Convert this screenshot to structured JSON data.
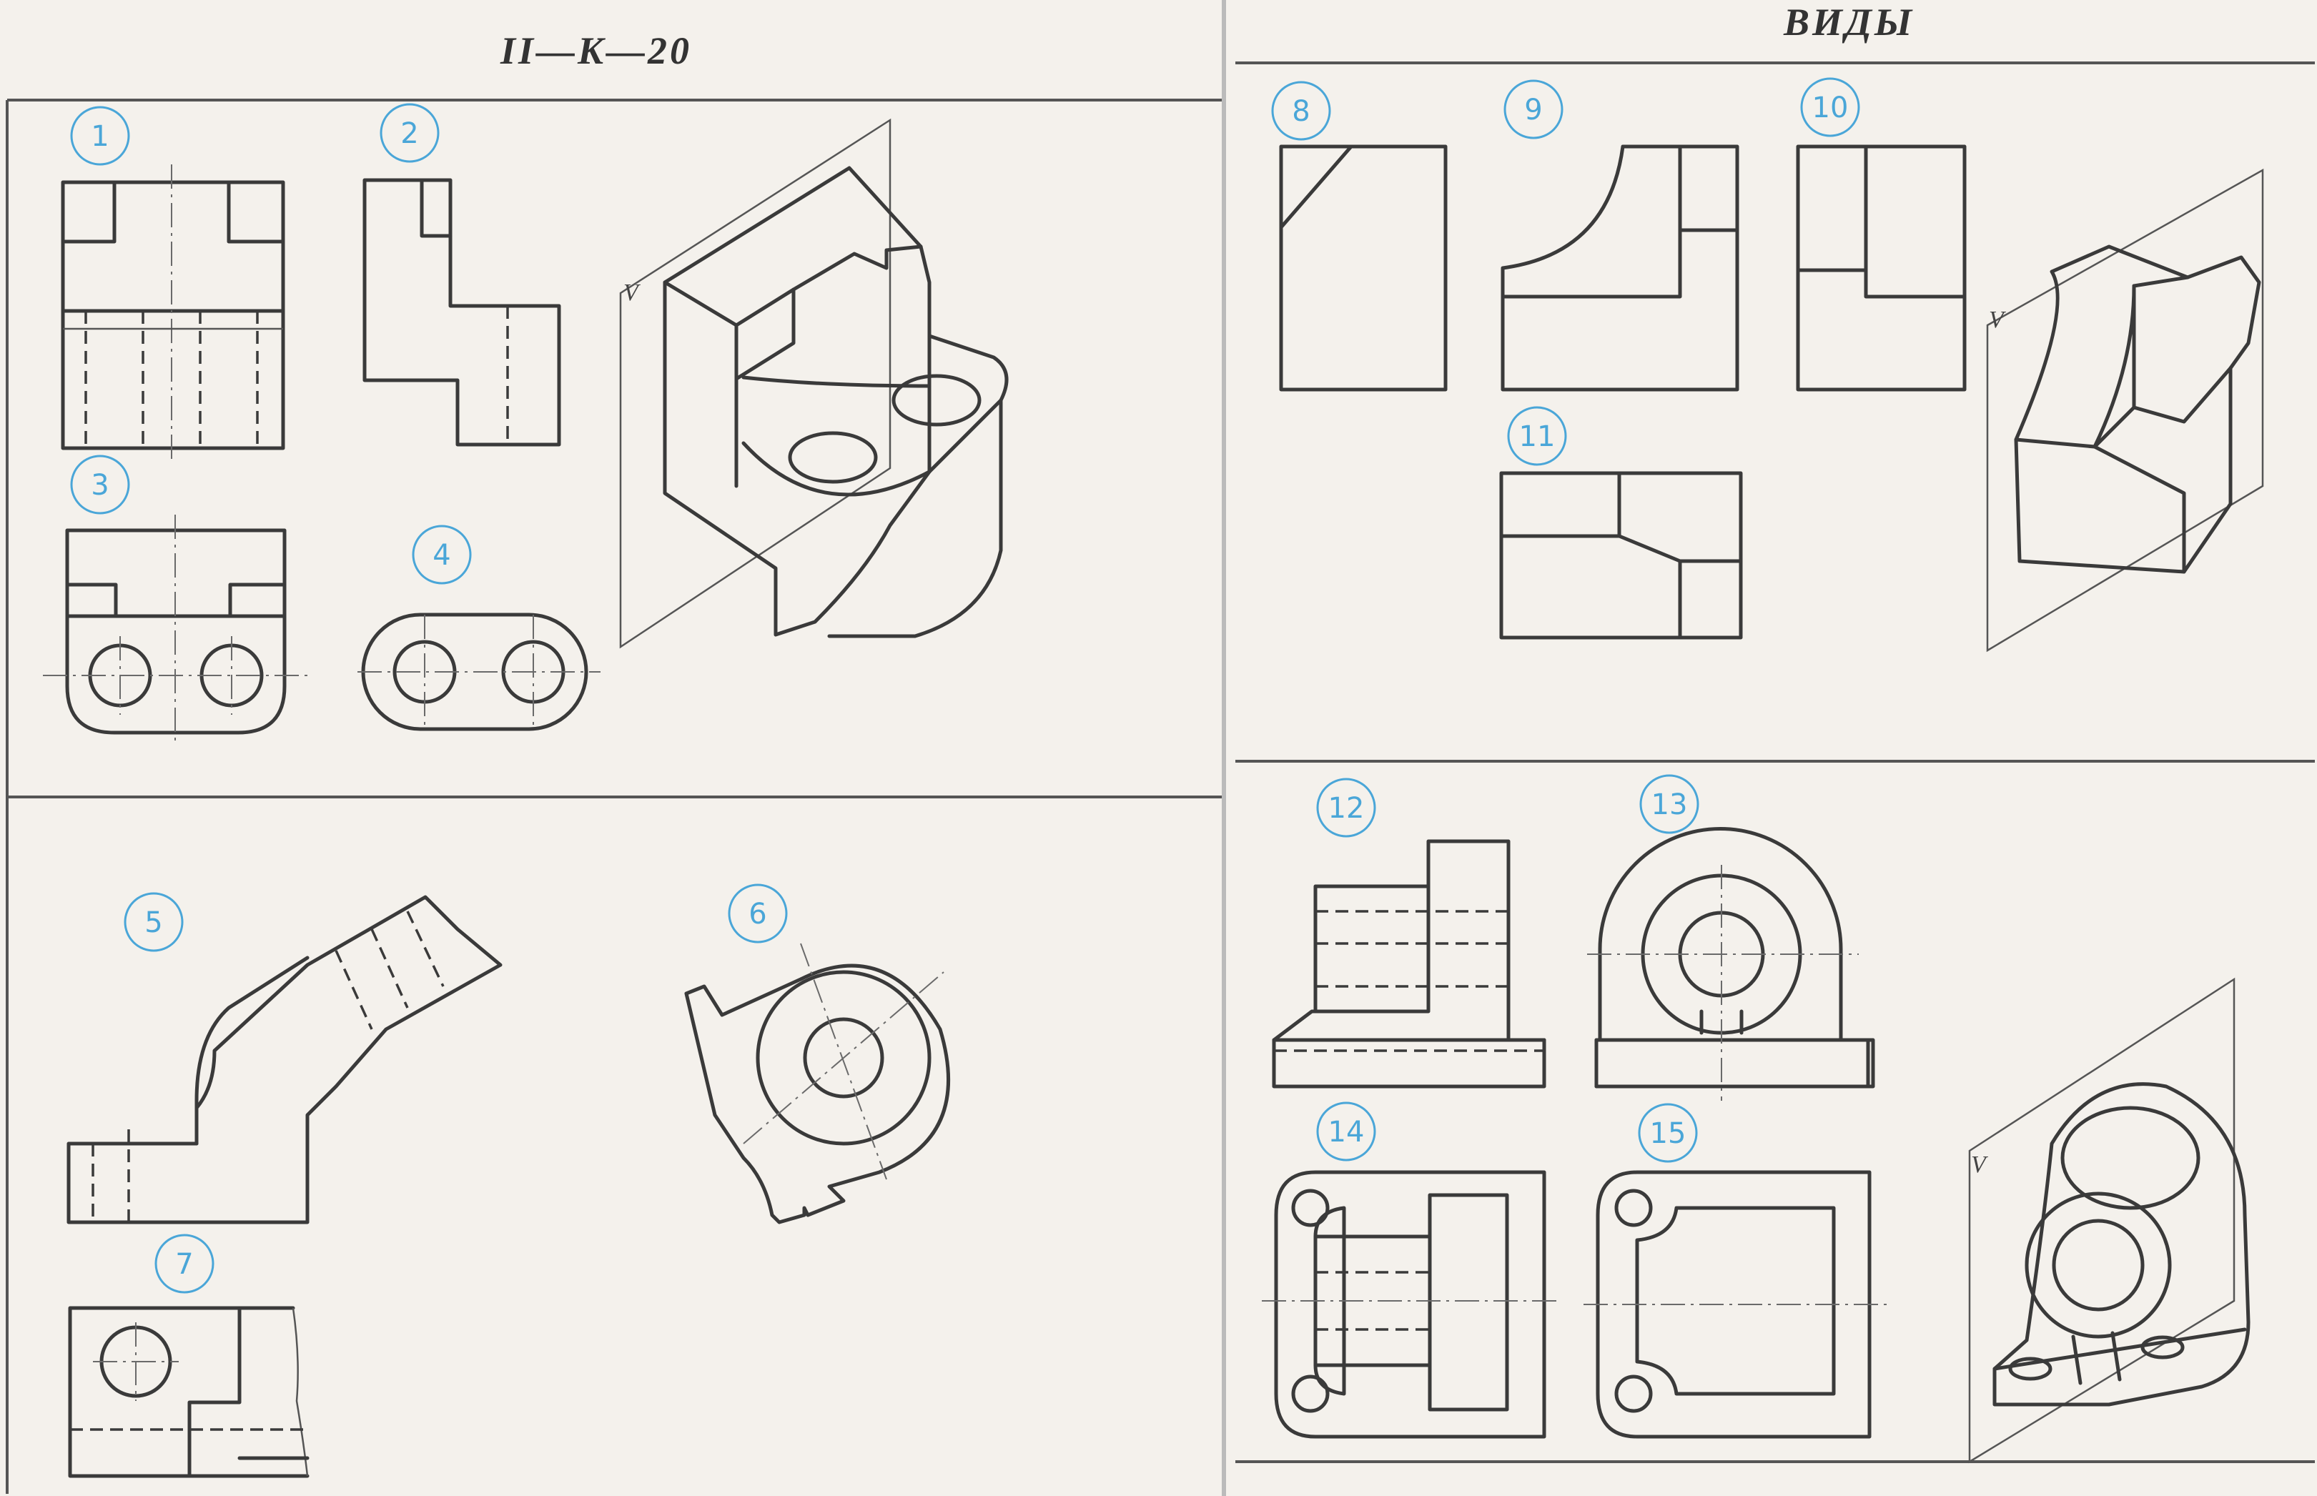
{
  "header": {
    "left_title": "II—K—20",
    "right_title": "ВИДЫ"
  },
  "plane_label": "V",
  "figures": [
    {
      "number": "1"
    },
    {
      "number": "2"
    },
    {
      "number": "3"
    },
    {
      "number": "4"
    },
    {
      "number": "5"
    },
    {
      "number": "6"
    },
    {
      "number": "7"
    },
    {
      "number": "8"
    },
    {
      "number": "9"
    },
    {
      "number": "10"
    },
    {
      "number": "11"
    },
    {
      "number": "12"
    },
    {
      "number": "13"
    },
    {
      "number": "14"
    },
    {
      "number": "15"
    }
  ],
  "colors": {
    "paper": "#f4f1ec",
    "ink": "#3a3a3a",
    "label": "#4aa6d8"
  }
}
